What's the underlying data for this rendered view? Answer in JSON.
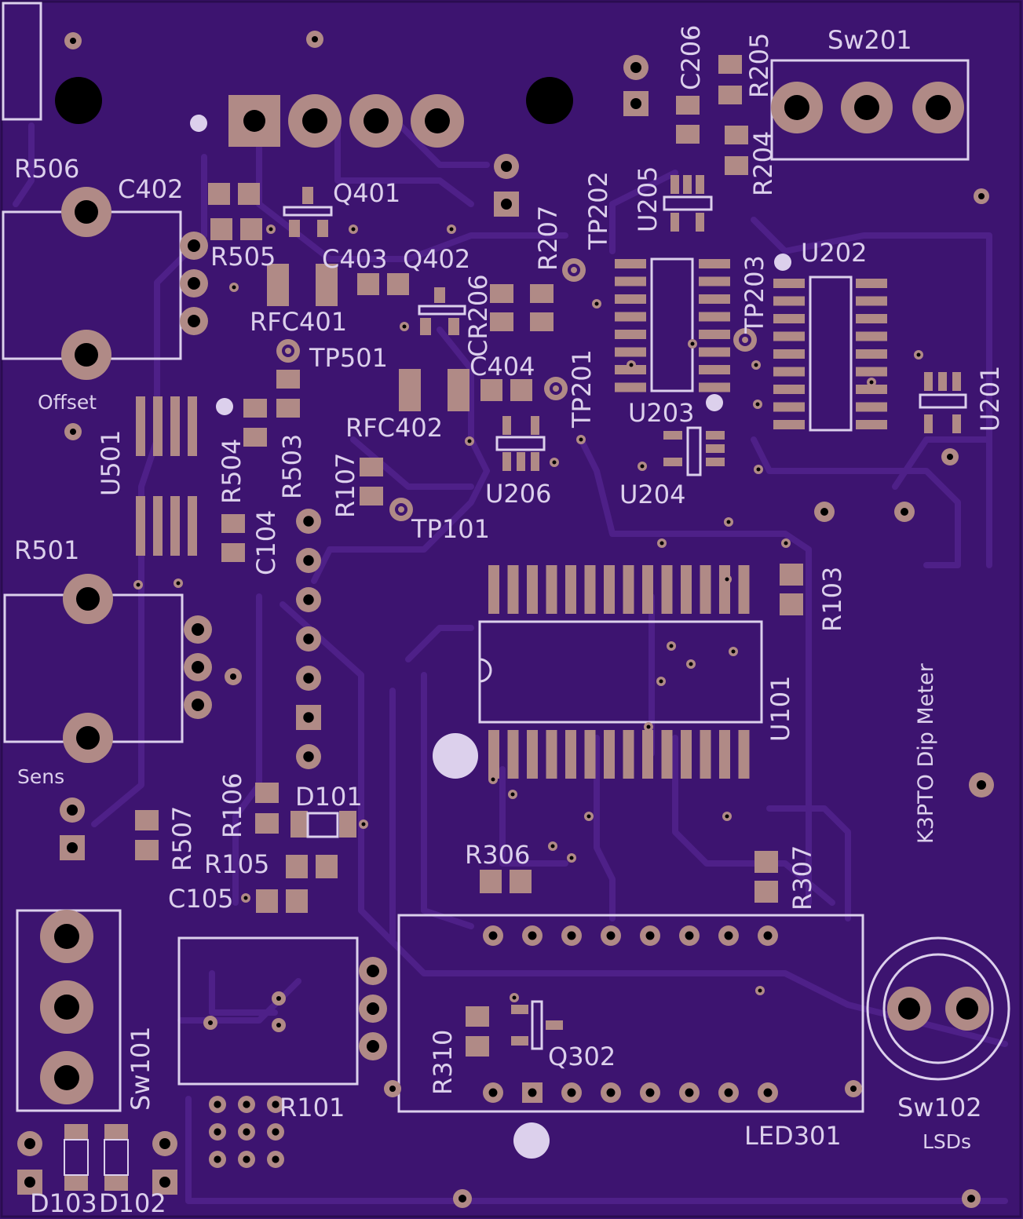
{
  "board": {
    "title": "K3PTO Dip Meter",
    "colors": {
      "substrate": "#3d1470",
      "copper_trace": "#4e2088",
      "pad": "#b08a86",
      "silkscreen": "#dcd0ec",
      "drill": "#000000"
    }
  },
  "designators": {
    "sw201": "Sw201",
    "c206": "C206",
    "r205": "R205",
    "r204": "R204",
    "r506": "R506",
    "c402": "C402",
    "q401": "Q401",
    "tp202": "TP202",
    "u205": "U205",
    "r207": "R207",
    "tp203": "TP203",
    "u202": "U202",
    "r505": "R505",
    "c403": "C403",
    "q402": "Q402",
    "rfc401": "RFC401",
    "cr206": "CR206",
    "tp501": "TP501",
    "c404": "C404",
    "tp201": "TP201",
    "u201": "U201",
    "u203": "U203",
    "rfc402": "RFC402",
    "u501": "U501",
    "r504": "R504",
    "r503": "R503",
    "r107": "R107",
    "u206": "U206",
    "u204": "U204",
    "tp101": "TP101",
    "r501": "R501",
    "c104": "C104",
    "r103": "R103",
    "u101": "U101",
    "r106": "R106",
    "d101": "D101",
    "r507": "R507",
    "r105": "R105",
    "c105": "C105",
    "r306": "R306",
    "r307": "R307",
    "sw101": "Sw101",
    "r310": "R310",
    "q302": "Q302",
    "r101": "R101",
    "sw102": "Sw102",
    "led301": "LED301",
    "d103": "D103",
    "d102": "D102"
  },
  "notes": {
    "offset": "Offset",
    "sens": "Sens",
    "lsds": "LSDs"
  }
}
